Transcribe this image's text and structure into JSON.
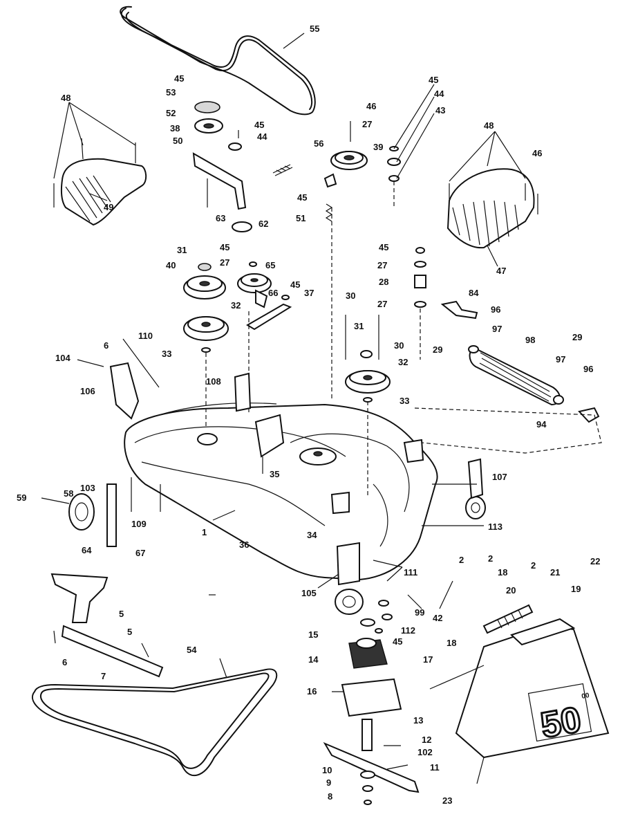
{
  "cover_badge": {
    "value": "50",
    "superscript": "00"
  },
  "callouts": [
    "55",
    "45",
    "53",
    "52",
    "38",
    "50",
    "45",
    "44",
    "56",
    "46",
    "27",
    "39",
    "45",
    "44",
    "43",
    "48",
    "49",
    "48",
    "46",
    "63",
    "62",
    "45",
    "51",
    "47",
    "31",
    "45",
    "27",
    "65",
    "40",
    "66",
    "45",
    "37",
    "32",
    "45",
    "27",
    "28",
    "27",
    "30",
    "84",
    "96",
    "31",
    "30",
    "29",
    "97",
    "98",
    "29",
    "97",
    "96",
    "32",
    "33",
    "33",
    "6",
    "110",
    "104",
    "106",
    "108",
    "35",
    "94",
    "107",
    "59",
    "58",
    "103",
    "109",
    "64",
    "67",
    "1",
    "36",
    "34",
    "113",
    "2",
    "111",
    "105",
    "99",
    "42",
    "2",
    "18",
    "2",
    "21",
    "20",
    "19",
    "22",
    "5",
    "5",
    "6",
    "7",
    "15",
    "112",
    "45",
    "14",
    "54",
    "16",
    "17",
    "18",
    "13",
    "12",
    "102",
    "11",
    "10",
    "9",
    "8",
    "23"
  ]
}
